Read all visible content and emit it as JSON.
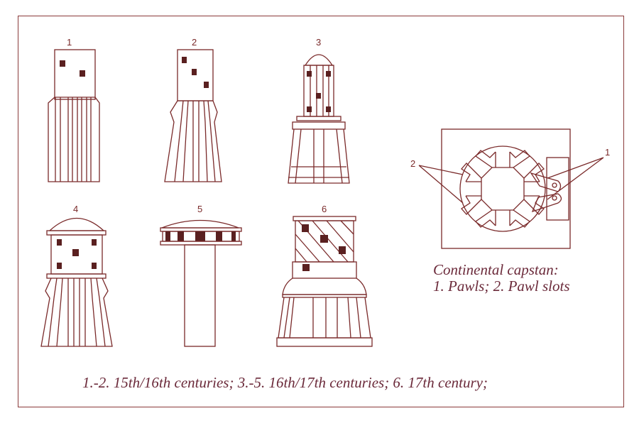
{
  "figure_labels": [
    "1",
    "2",
    "3",
    "4",
    "5",
    "6"
  ],
  "capstan": {
    "callout_pawls": "1",
    "callout_slots": "2",
    "title": "Continental capstan:",
    "legend": "1. Pawls; 2. Pawl slots"
  },
  "caption": "1.-2. 15th/16th centuries; 3.-5. 16th/17th centuries; 6. 17th century;",
  "colors": {
    "line": "#7a2a2a",
    "fill": "#5a2020",
    "text": "#6b2a3a"
  }
}
